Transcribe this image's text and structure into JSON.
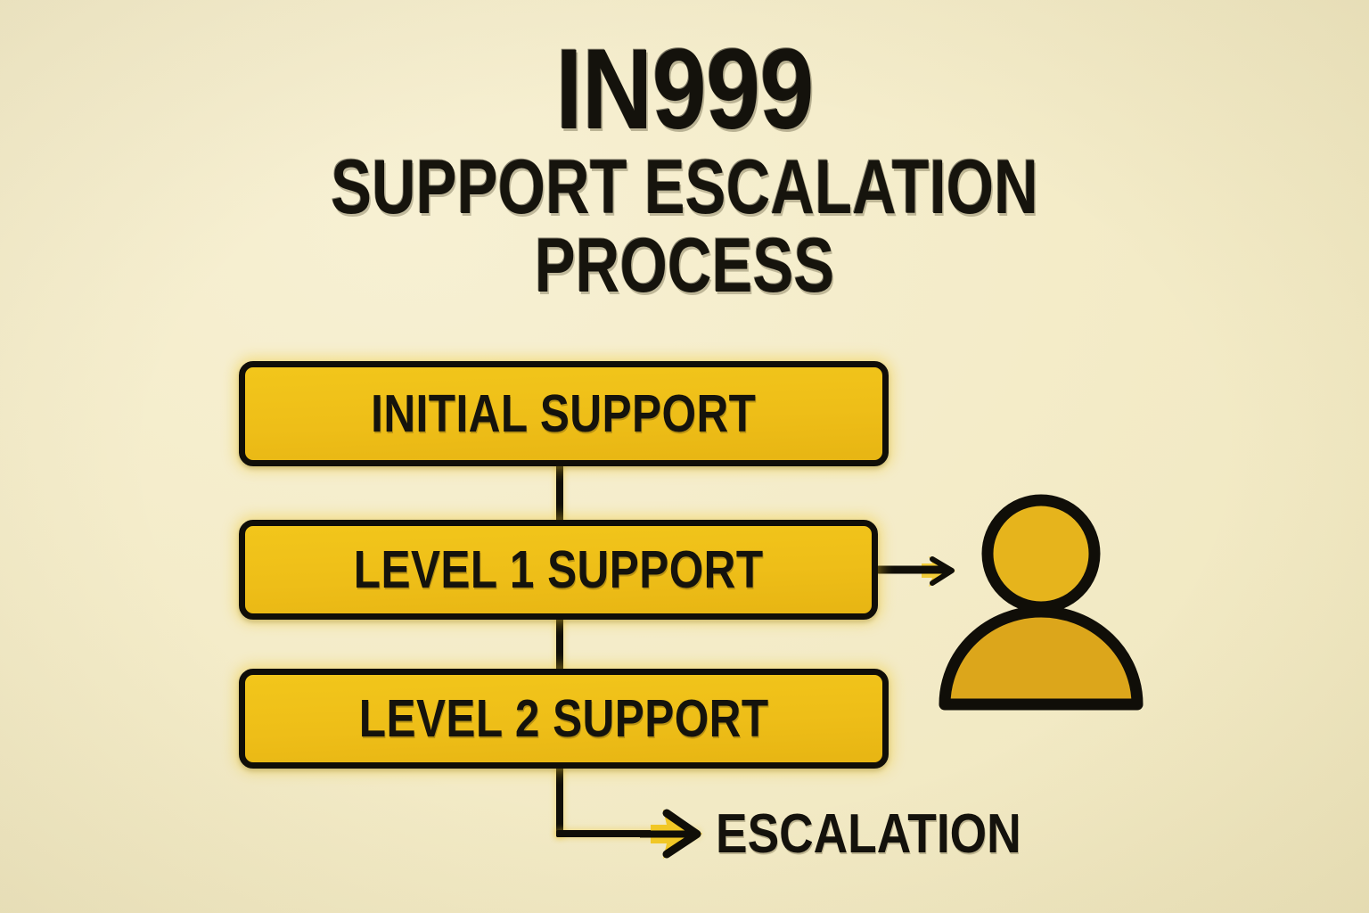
{
  "canvas": {
    "background_color": "#f4ecc9",
    "ink_color": "#100e08",
    "accent_color": "#efc01c",
    "person_fill_color": "#dca61b"
  },
  "header": {
    "title": "IN999",
    "subtitle": "SUPPORT ESCALATION\nPROCESS"
  },
  "flow": {
    "boxes": [
      {
        "label": "INITIAL SUPPORT"
      },
      {
        "label": "LEVEL 1 SUPPORT"
      },
      {
        "label": "LEVEL 2 SUPPORT"
      }
    ],
    "escalation_label": "ESCALATION"
  },
  "icons": {
    "person": "person-icon",
    "side_arrow": "arrow-right-icon",
    "escalation_arrow": "elbow-arrow-right-icon"
  }
}
